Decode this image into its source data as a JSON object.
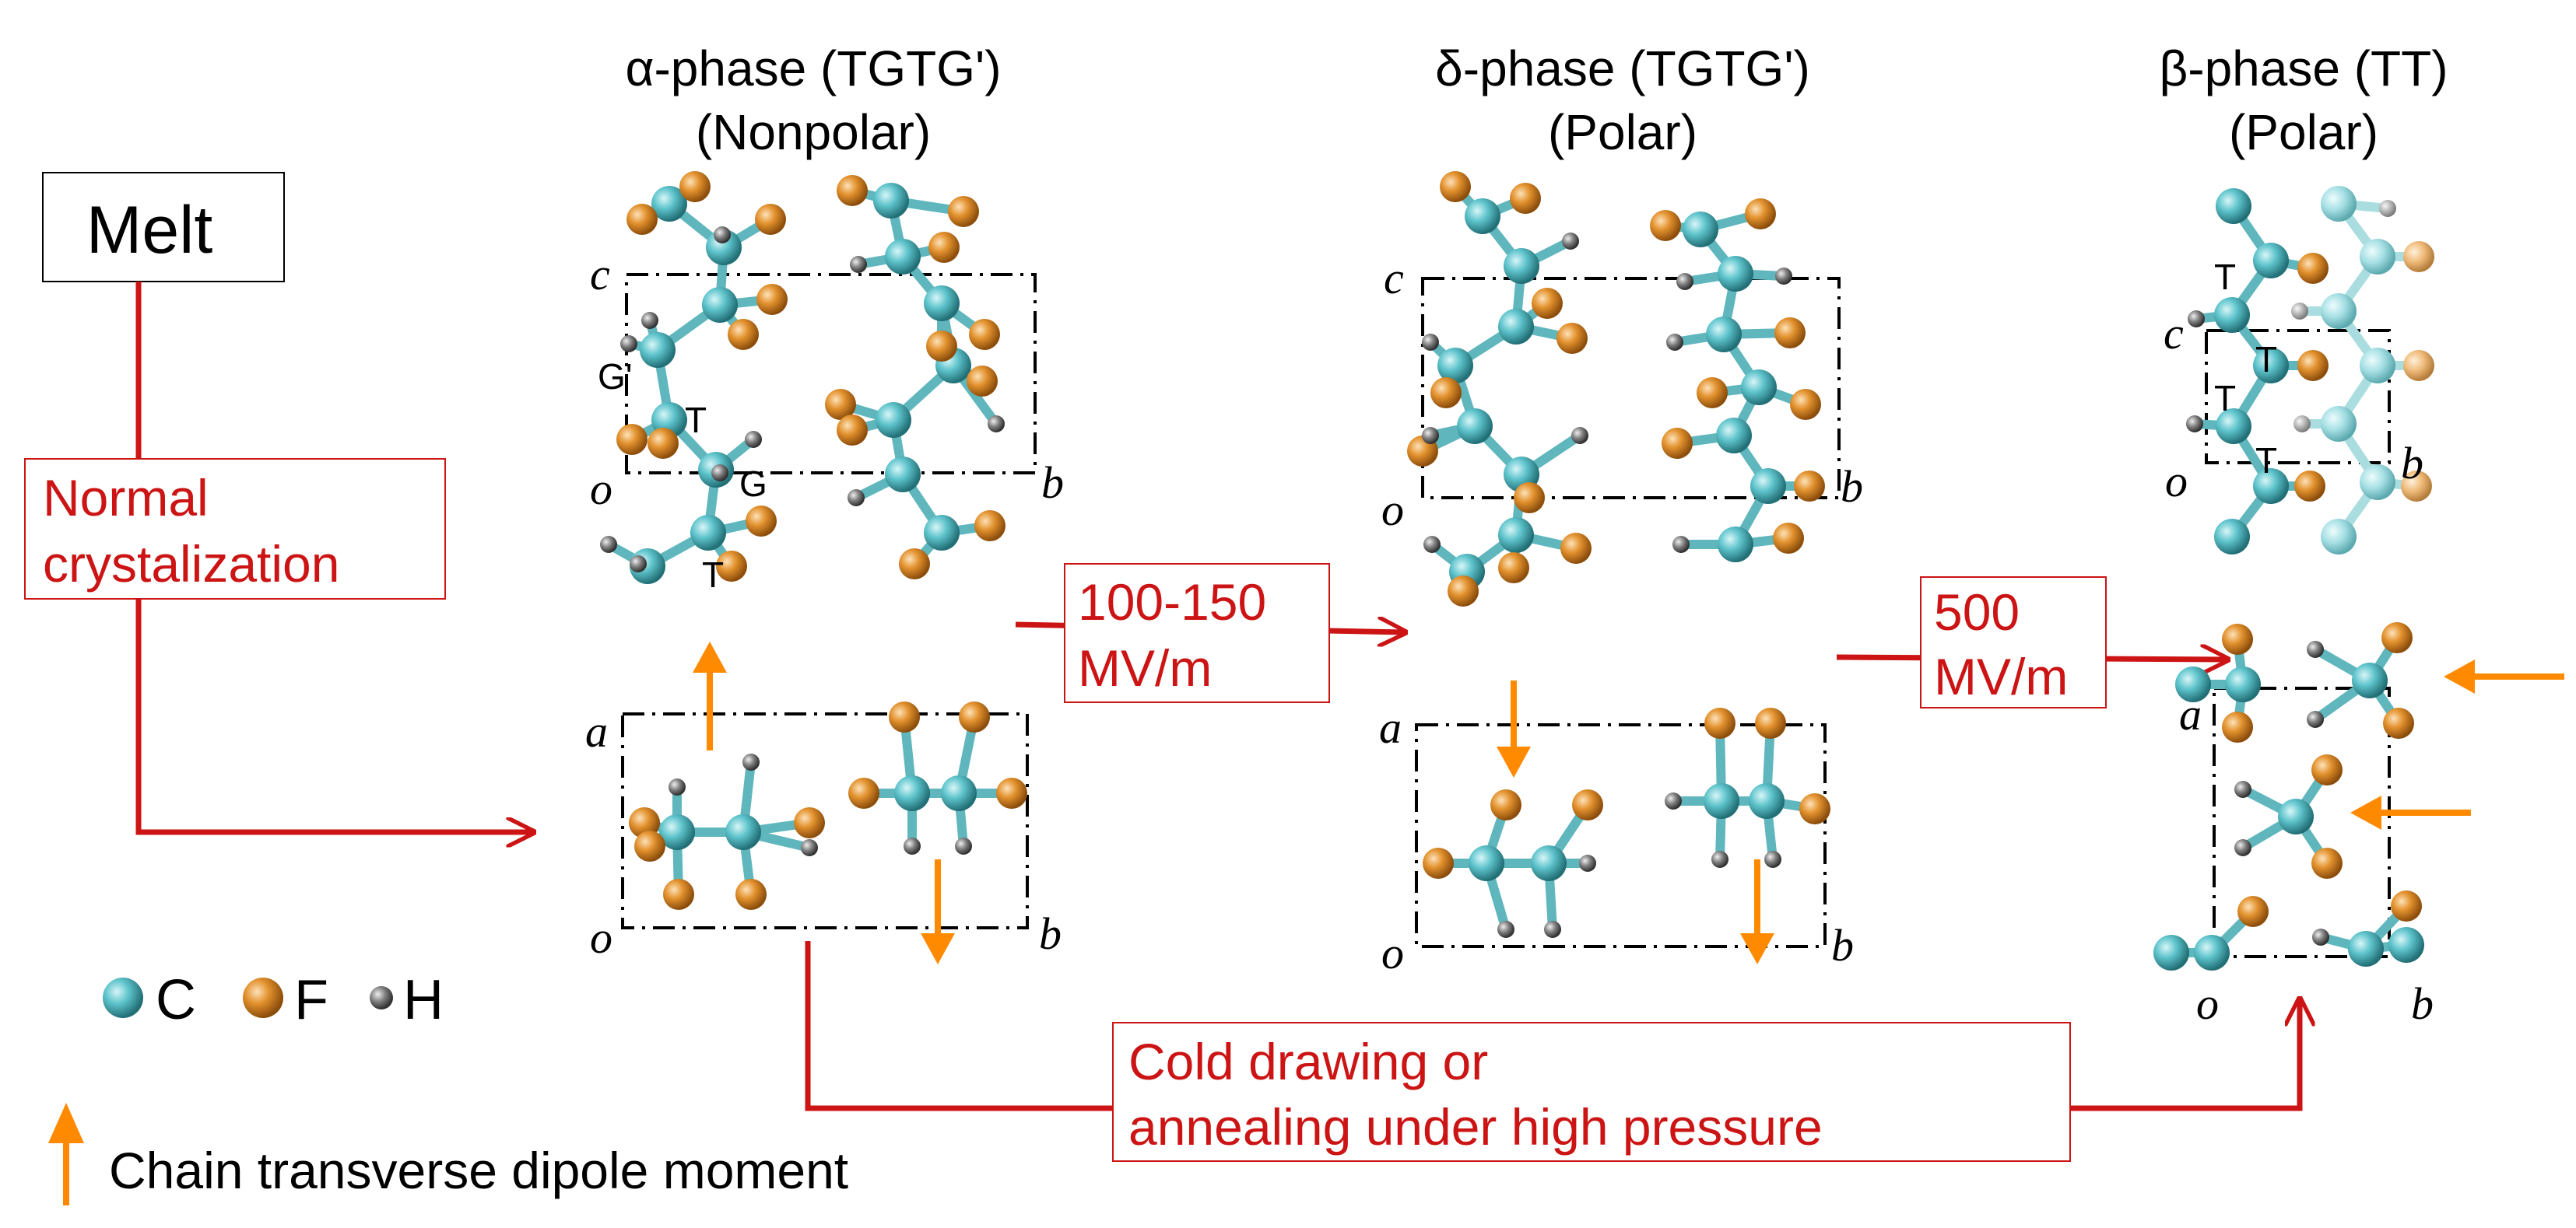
{
  "phases": {
    "alpha": {
      "title": "α-phase (TGTG')",
      "subtitle": "(Nonpolar)"
    },
    "delta": {
      "title": "δ-phase  (TGTG')",
      "subtitle": "(Polar)"
    },
    "beta": {
      "title": "β-phase (TT)",
      "subtitle": "(Polar)"
    }
  },
  "start": {
    "label": "Melt"
  },
  "transitions": {
    "normal": {
      "line1": "Normal",
      "line2": "crystalization"
    },
    "field1": {
      "line1": "100-150",
      "line2": "MV/m"
    },
    "field2": {
      "line1": "500",
      "line2": "MV/m"
    },
    "cold": {
      "line1": "Cold drawing or",
      "line2": "annealing under high pressure"
    }
  },
  "axes": {
    "a": "a",
    "b": "b",
    "c": "c",
    "o": "o"
  },
  "conformations": {
    "T": "T",
    "G": "G",
    "Gp": "G'"
  },
  "legend": {
    "atoms": [
      {
        "symbol": "C",
        "color": "#5FC4CC"
      },
      {
        "symbol": "F",
        "color": "#E3922E"
      },
      {
        "symbol": "H",
        "color": "#7F7F7F"
      }
    ],
    "dipole_label": "Chain transverse dipole moment"
  },
  "colors": {
    "arrow_red": "#CC1414",
    "dipole_orange": "#FF8A00",
    "carbon": "#5FC4CC",
    "fluorine": "#E3922E",
    "hydrogen": "#7F7F7F"
  }
}
